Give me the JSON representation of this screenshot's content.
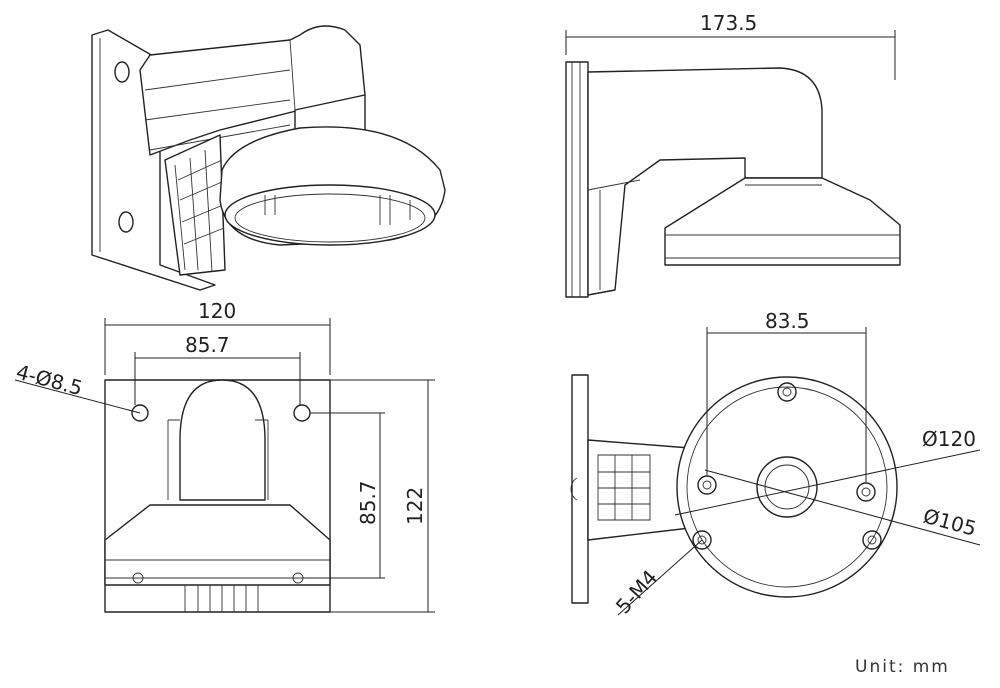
{
  "title": "Wall mount bracket dimension drawing",
  "views": {
    "side": {
      "width": "173.5"
    },
    "front": {
      "plate_width": "120",
      "hole_spacing_h": "85.7",
      "hole_spacing_v": "85.7",
      "plate_height": "122",
      "hole_callout": "4-Ø8.5"
    },
    "bottom": {
      "hole_spacing": "83.5",
      "outer_diameter": "Ø120",
      "bolt_circle": "Ø105",
      "screw_callout": "5-M4"
    }
  },
  "unit_label": "Unit:  mm"
}
